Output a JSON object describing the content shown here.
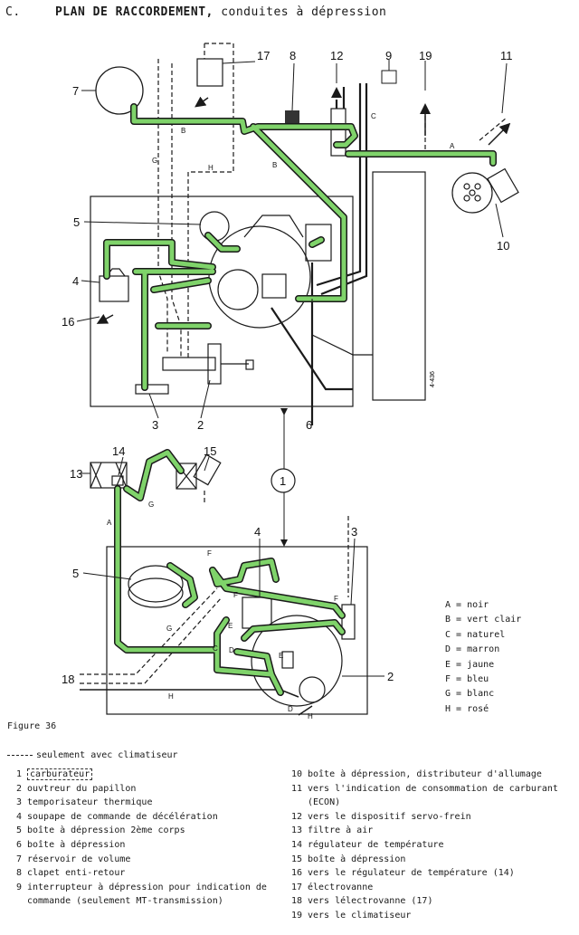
{
  "header": {
    "section": "C.",
    "title_bold": "PLAN DE RACCORDEMENT,",
    "title_rest": "conduites à dépression"
  },
  "colors": {
    "green_hose": "#7fd36a",
    "line": "#1a1a1a"
  },
  "callouts_top": [
    "1",
    "2",
    "3",
    "4",
    "5",
    "6",
    "7",
    "8",
    "9",
    "10",
    "11",
    "12",
    "16",
    "17",
    "19"
  ],
  "callouts_bottom": [
    "1",
    "2",
    "3",
    "4",
    "5",
    "13",
    "14",
    "15",
    "18"
  ],
  "hose_letters": [
    "A",
    "B",
    "C",
    "D",
    "E",
    "F",
    "G",
    "H"
  ],
  "watermark_code": "4-436",
  "legend": [
    {
      "letter": "A",
      "label": "noir"
    },
    {
      "letter": "B",
      "label": "vert clair"
    },
    {
      "letter": "C",
      "label": "naturel"
    },
    {
      "letter": "D",
      "label": "marron"
    },
    {
      "letter": "E",
      "label": "jaune"
    },
    {
      "letter": "F",
      "label": "bleu"
    },
    {
      "letter": "G",
      "label": "blanc"
    },
    {
      "letter": "H",
      "label": "rosé"
    }
  ],
  "figure_label": "Figure 36",
  "dashed_note": "seulement avec climatiseur",
  "parts_left": [
    {
      "n": "1",
      "text": "carburateur"
    },
    {
      "n": "2",
      "text": "ouvtreur du papillon"
    },
    {
      "n": "3",
      "text": "temporisateur thermique"
    },
    {
      "n": "4",
      "text": "soupape de commande de décélération"
    },
    {
      "n": "5",
      "text": "boîte à dépression 2ème corps"
    },
    {
      "n": "6",
      "text": "boîte à dépression"
    },
    {
      "n": "7",
      "text": "réservoir de volume"
    },
    {
      "n": "8",
      "text": "clapet enti-retour"
    },
    {
      "n": "9",
      "text": "interrupteur à dépression pour indication de commande (seulement MT-transmission)"
    }
  ],
  "parts_right": [
    {
      "n": "10",
      "text": "boîte à dépression, distributeur d'allumage"
    },
    {
      "n": "11",
      "text": "vers l'indication de consommation de carburant (ECON)"
    },
    {
      "n": "12",
      "text": "vers le dispositif servo-frein"
    },
    {
      "n": "13",
      "text": "filtre à air"
    },
    {
      "n": "14",
      "text": "régulateur de température"
    },
    {
      "n": "15",
      "text": "boîte à dépression"
    },
    {
      "n": "16",
      "text": "vers le régulateur de température (14)"
    },
    {
      "n": "17",
      "text": "électrovanne"
    },
    {
      "n": "18",
      "text": "vers lélectrovanne (17)"
    },
    {
      "n": "19",
      "text": "vers le climatiseur"
    }
  ]
}
